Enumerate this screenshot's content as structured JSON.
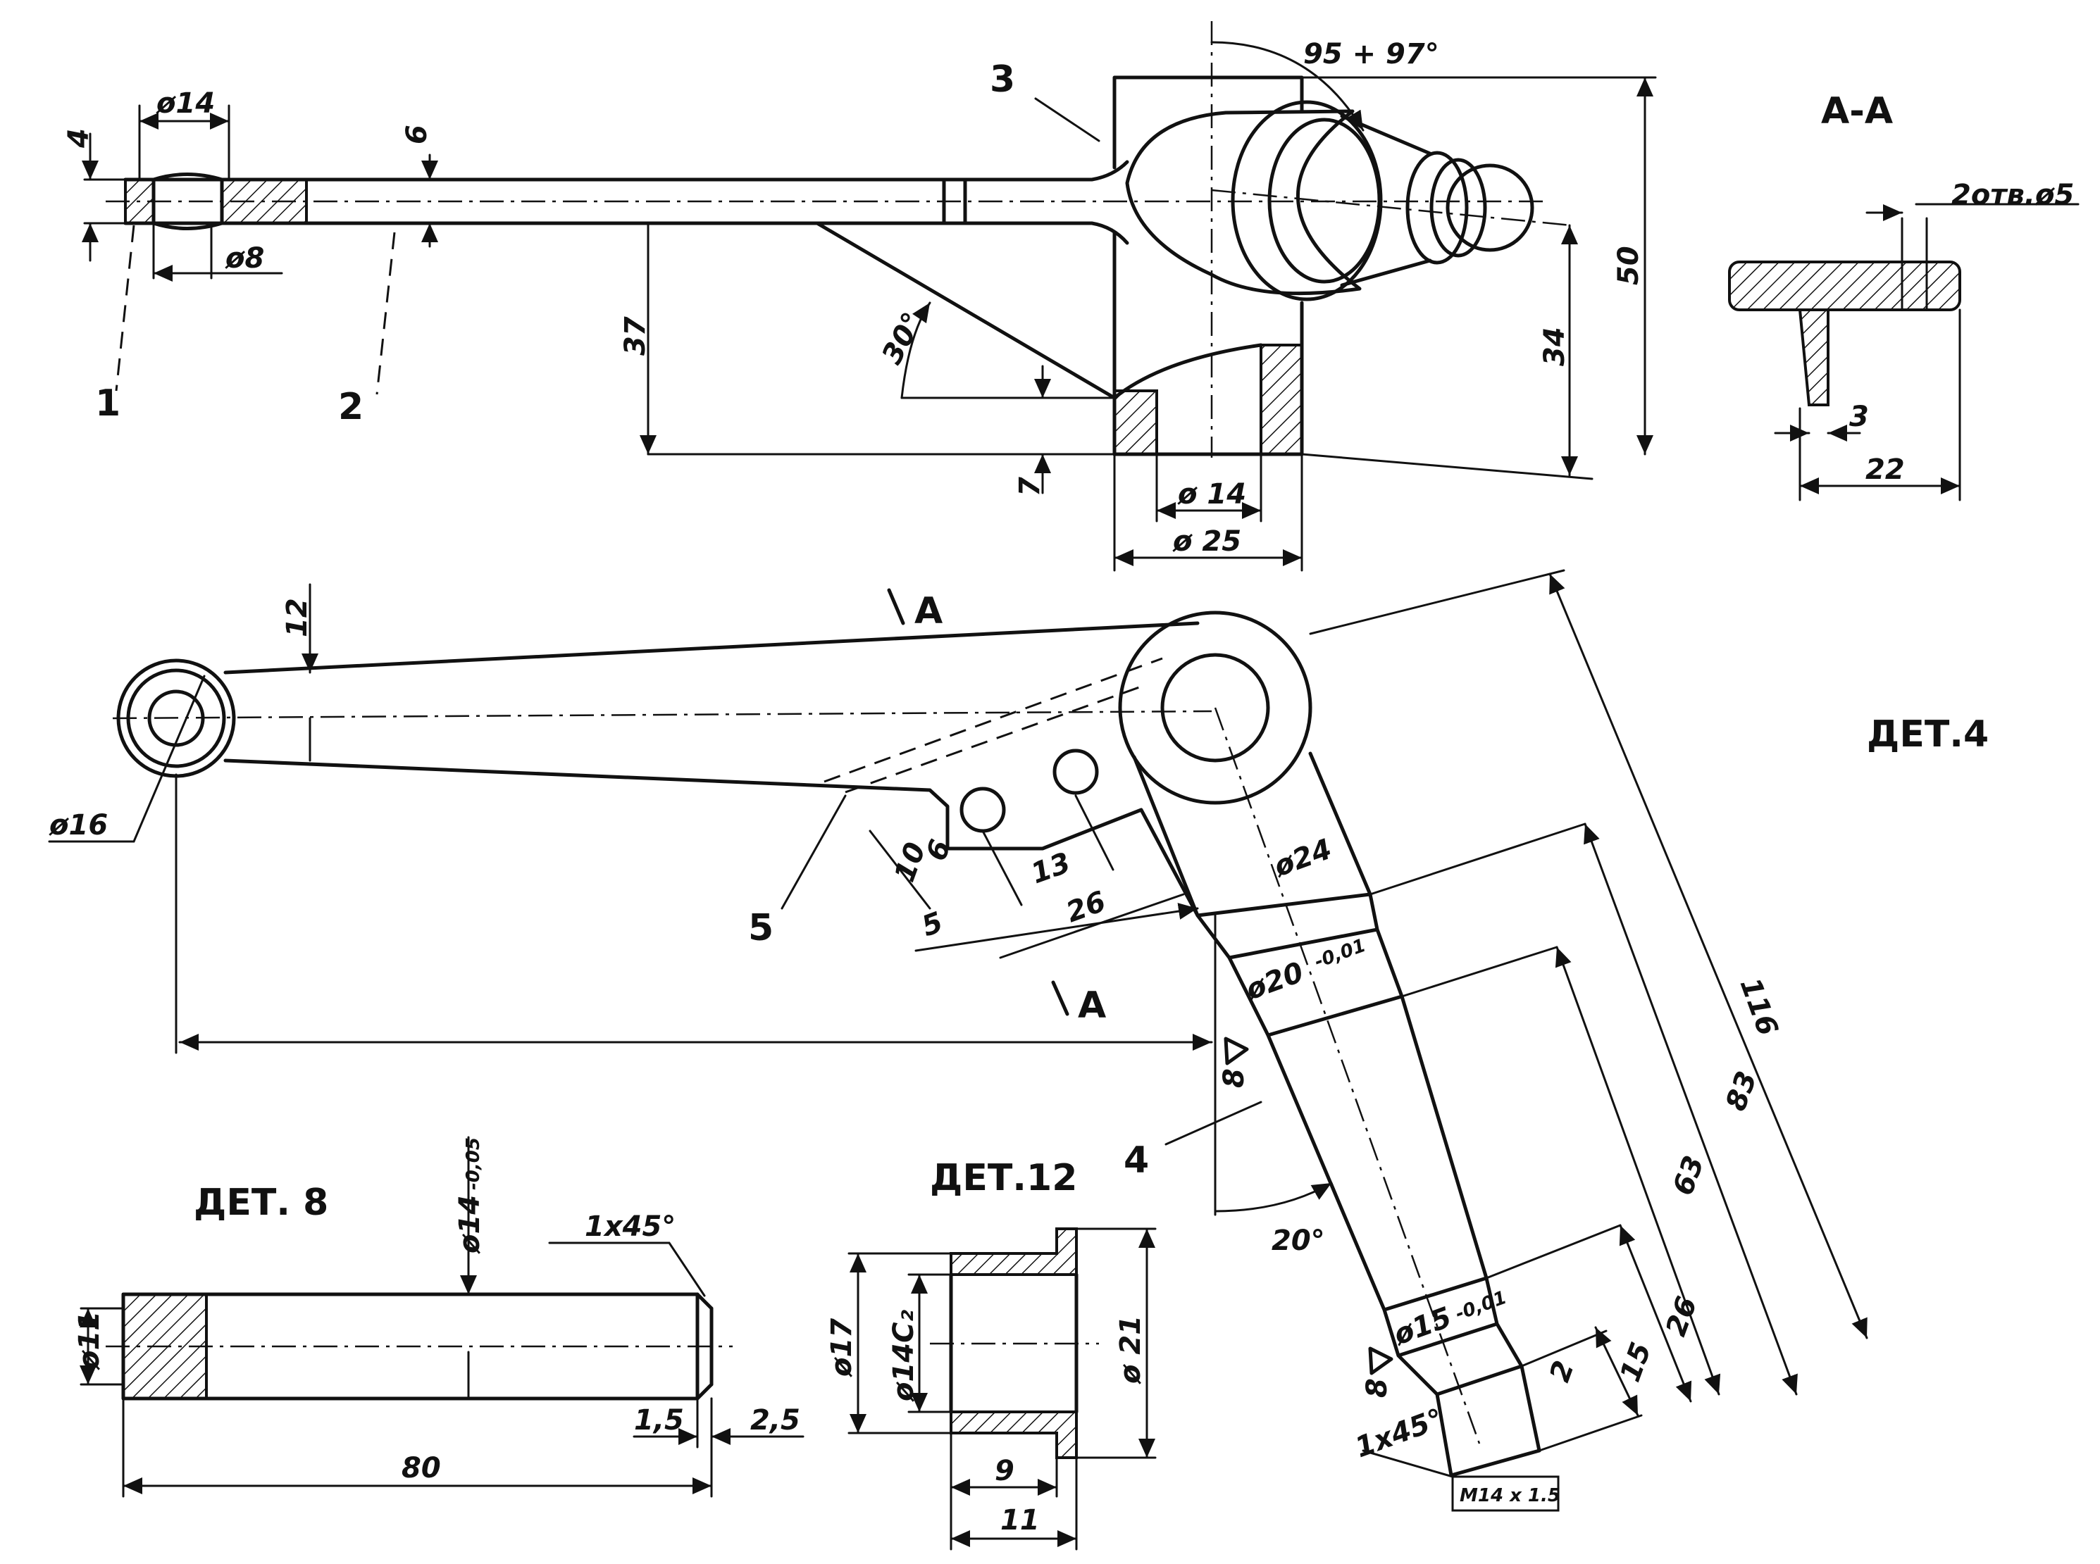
{
  "labels": {
    "section": "А-А",
    "det4": "ДЕТ.4",
    "det8": "ДЕТ. 8",
    "det12": "ДЕТ.12",
    "cut_a": "A",
    "part1": "1",
    "part2": "2",
    "part3": "3",
    "part4": "4",
    "part5": "5"
  },
  "dims_top": {
    "d4": "4",
    "d14": "ø14",
    "d6": "6",
    "d8": "ø8",
    "angle_top": "95 + 97°",
    "d37": "37",
    "d30": "30°",
    "d7": "7",
    "d14b": "ø 14",
    "d25": "ø 25",
    "d34": "34",
    "d50": "50"
  },
  "dims_section": {
    "holes": "2отв.ø5",
    "d3": "3",
    "d22": "22"
  },
  "dims_det4": {
    "d12": "12",
    "d16": "ø16",
    "d10": "10",
    "d6": "6",
    "d13": "13",
    "d5": "5",
    "d26": "26",
    "d24": "ø24",
    "d20": "ø20",
    "d20_tol": "-0,01",
    "finish1": "8",
    "angle": "20°",
    "d15": "ø15",
    "d15_tol": "-0,01",
    "finish2": "8",
    "thread": "M14 x 1.5",
    "chamfer": "1x45°",
    "d2": "2",
    "d15b": "15",
    "d26b": "26",
    "d63": "63",
    "d83": "83",
    "d116": "116"
  },
  "dims_det8": {
    "d14": "ø14",
    "d14_tol": "-0,05",
    "chamfer": "1x45°",
    "d11": "ø11",
    "d1_5": "1,5",
    "d2_5": "2,5",
    "d80": "80"
  },
  "dims_det12": {
    "d17": "ø17",
    "d14c": "ø14C₂",
    "d21": "ø 21",
    "d9": "9",
    "d11": "11"
  }
}
